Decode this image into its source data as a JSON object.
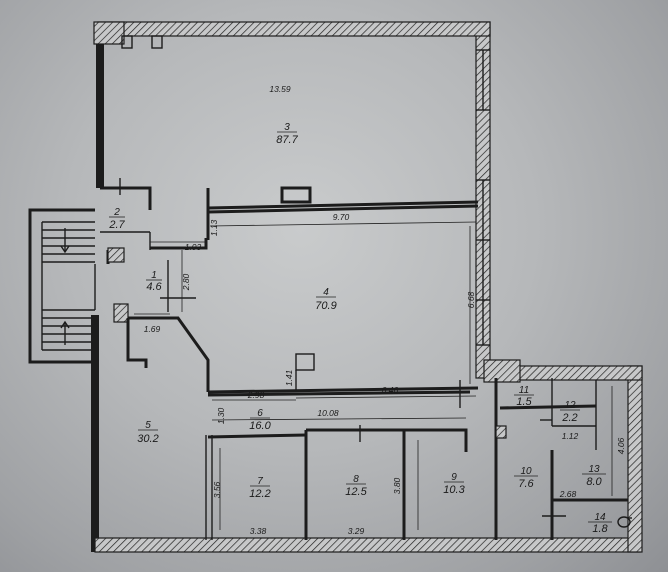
{
  "rooms": [
    {
      "num": "1",
      "area": "4.6"
    },
    {
      "num": "2",
      "area": "2.7"
    },
    {
      "num": "3",
      "area": "87.7"
    },
    {
      "num": "4",
      "area": "70.9"
    },
    {
      "num": "5",
      "area": "30.2"
    },
    {
      "num": "6",
      "area": "16.0"
    },
    {
      "num": "7",
      "area": "12.2"
    },
    {
      "num": "8",
      "area": "12.5"
    },
    {
      "num": "9",
      "area": "10.3"
    },
    {
      "num": "10",
      "area": "7.6"
    },
    {
      "num": "11",
      "area": "1.5"
    },
    {
      "num": "12",
      "area": "2.2"
    },
    {
      "num": "13",
      "area": "8.0"
    },
    {
      "num": "14",
      "area": "1.8"
    }
  ],
  "dimensions": {
    "d_1359": "13.59",
    "d_970": "9.70",
    "d_103": "1.03",
    "d_113": "1.13",
    "d_280": "2.80",
    "d_169": "1.69",
    "d_668": "6.68",
    "d_298": "2.98",
    "d_141": "1.41",
    "d_646": "6.46",
    "d_130": "1.30",
    "d_1008": "10.08",
    "d_356": "3.56",
    "d_338": "3.38",
    "d_329": "3.29",
    "d_380": "3.80",
    "d_406": "4.06",
    "d_112": "1.12",
    "d_268": "2.68"
  }
}
